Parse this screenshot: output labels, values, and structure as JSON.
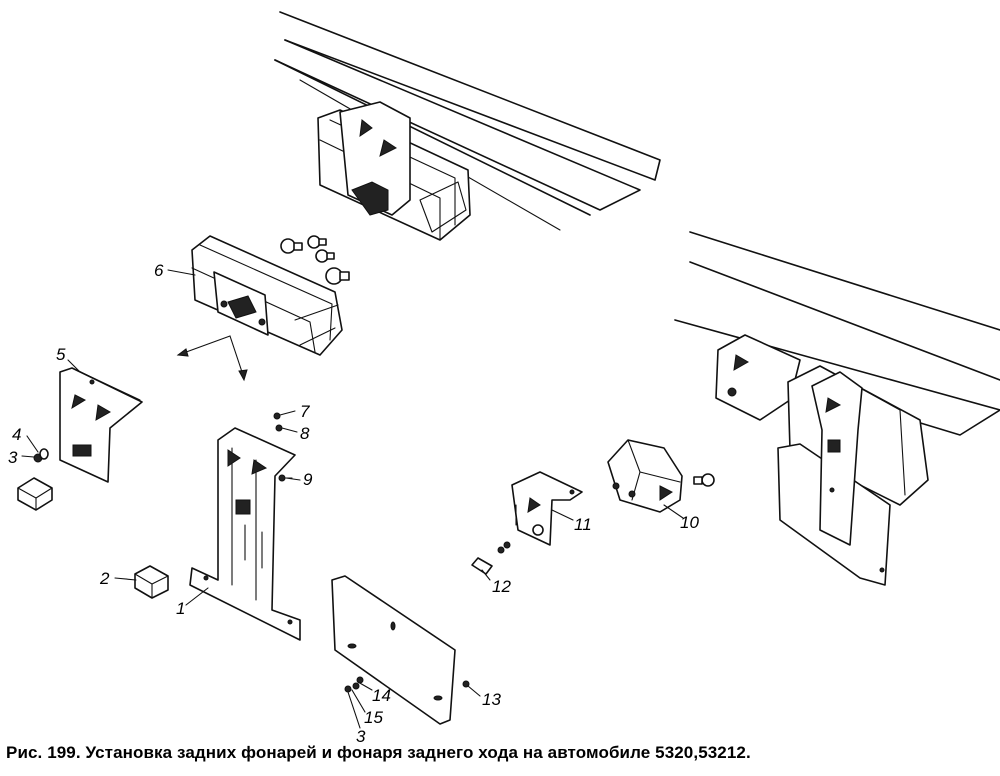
{
  "caption": "Рис. 199. Установка задних фонарей и фонаря заднего хода на автомобиле 5320,53212.",
  "callouts": {
    "c1": "1",
    "c2": "2",
    "c3a": "3",
    "c3b": "3",
    "c4": "4",
    "c5": "5",
    "c6": "6",
    "c7": "7",
    "c8": "8",
    "c9": "9",
    "c10": "10",
    "c11": "11",
    "c12": "12",
    "c13": "13",
    "c14": "14",
    "c15": "15"
  }
}
